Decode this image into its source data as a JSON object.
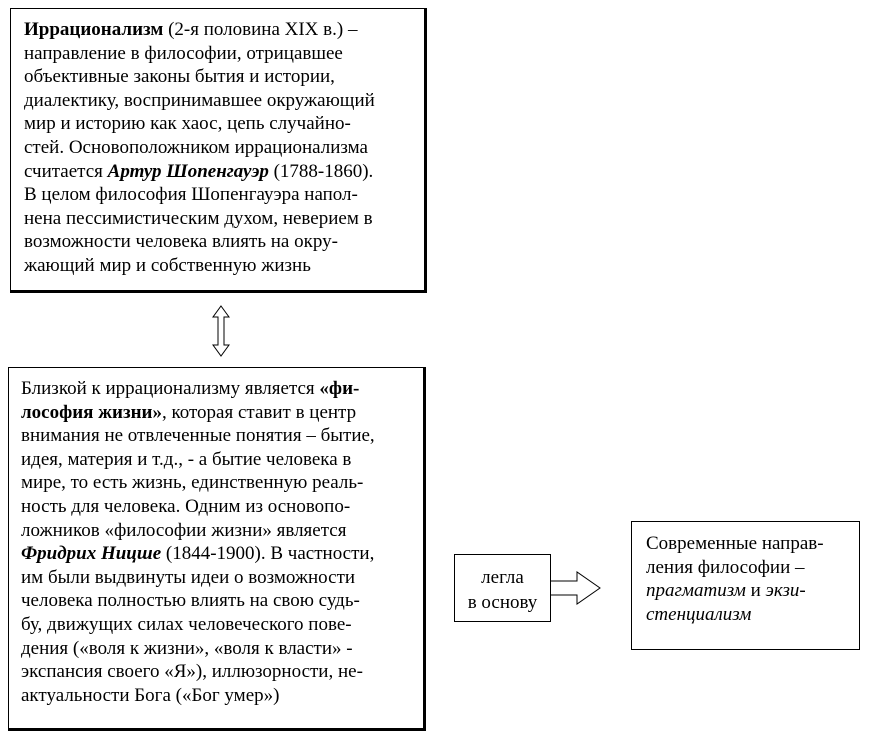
{
  "box1": {
    "lines": [
      [
        "",
        "Иррационализм",
        " (2-я половина XIX в.) –"
      ],
      "направление в философии, отрицавшее",
      "объективные законы бытия и истории,",
      "диалектику, воспринимавшее окружающий",
      "мир и историю как хаос, цепь случайно-",
      "стей. Основоположником иррационализма",
      [
        "считается ",
        "Артур Шопенгауэр",
        " (1788-1860)."
      ],
      "В целом философия Шопенгауэра напол-",
      "нена пессимистическим духом, неверием в",
      "возможности человека влиять на окру-",
      "жающий мир и собственную жизнь"
    ]
  },
  "box2": {
    "lines": [
      [
        "Близкой к иррационализму является ",
        "«фи-",
        ""
      ],
      [
        "",
        "лософия жизни»",
        ", которая ставит в центр"
      ],
      "внимания не отвлеченные понятия – бытие,",
      "идея, материя и т.д., - а бытие человека в",
      "мире, то есть жизнь, единственную реаль-",
      "ность для человека. Одним из основопо-",
      "ложников «философии жизни» является",
      [
        "",
        "Фридрих Ницше",
        " (1844-1900). В частности,"
      ],
      "им были выдвинуты идеи о возможности",
      "человека полностью влиять на свою судь-",
      "бу, движущих силах человеческого пове-",
      "дения («воля к жизни», «воля к власти» -",
      "экспансия своего «Я»), иллюзорности, не-",
      "актуальности Бога («Бог умер»)"
    ]
  },
  "box3": {
    "lines": [
      "легла",
      "в основу"
    ]
  },
  "box4": {
    "lines": [
      "Современные направ-",
      "ления философии –",
      [
        "",
        "прагматизм",
        " и ",
        "экзи-"
      ],
      [
        "",
        "стенциализм",
        ""
      ]
    ]
  }
}
